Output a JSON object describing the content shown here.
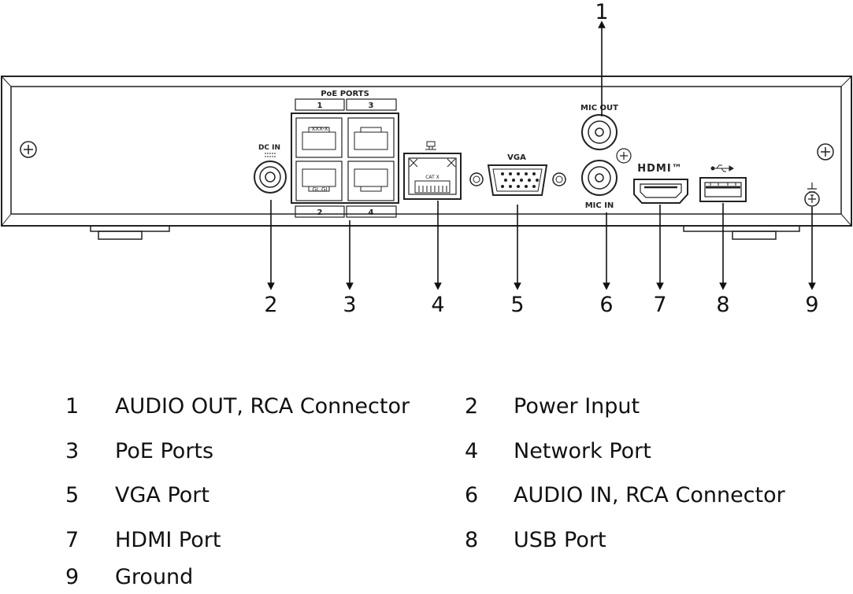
{
  "panel_labels": {
    "poe_ports": "PoE PORTS",
    "poe_top_1": "1",
    "poe_top_3": "3",
    "poe_bottom_2": "2",
    "poe_bottom_4": "4",
    "dc_in": "DC IN",
    "vga": "VGA",
    "mic_out": "MIC OUT",
    "mic_in": "MIC IN",
    "hdmi": "HDMI™",
    "rj_speed_1": "XXX-X",
    "rj_speed_2": "GL.GI",
    "net_speed": "CAT X"
  },
  "callouts": {
    "c1": "1",
    "c2": "2",
    "c3": "3",
    "c4": "4",
    "c5": "5",
    "c6": "6",
    "c7": "7",
    "c8": "8",
    "c9": "9"
  },
  "legend": [
    {
      "num": "1",
      "label": "AUDIO OUT, RCA Connector"
    },
    {
      "num": "2",
      "label": "Power Input"
    },
    {
      "num": "3",
      "label": "PoE Ports"
    },
    {
      "num": "4",
      "label": "Network Port"
    },
    {
      "num": "5",
      "label": "VGA Port"
    },
    {
      "num": "6",
      "label": "AUDIO IN, RCA Connector"
    },
    {
      "num": "7",
      "label": "HDMI Port"
    },
    {
      "num": "8",
      "label": "USB Port"
    },
    {
      "num": "9",
      "label": "Ground"
    }
  ]
}
